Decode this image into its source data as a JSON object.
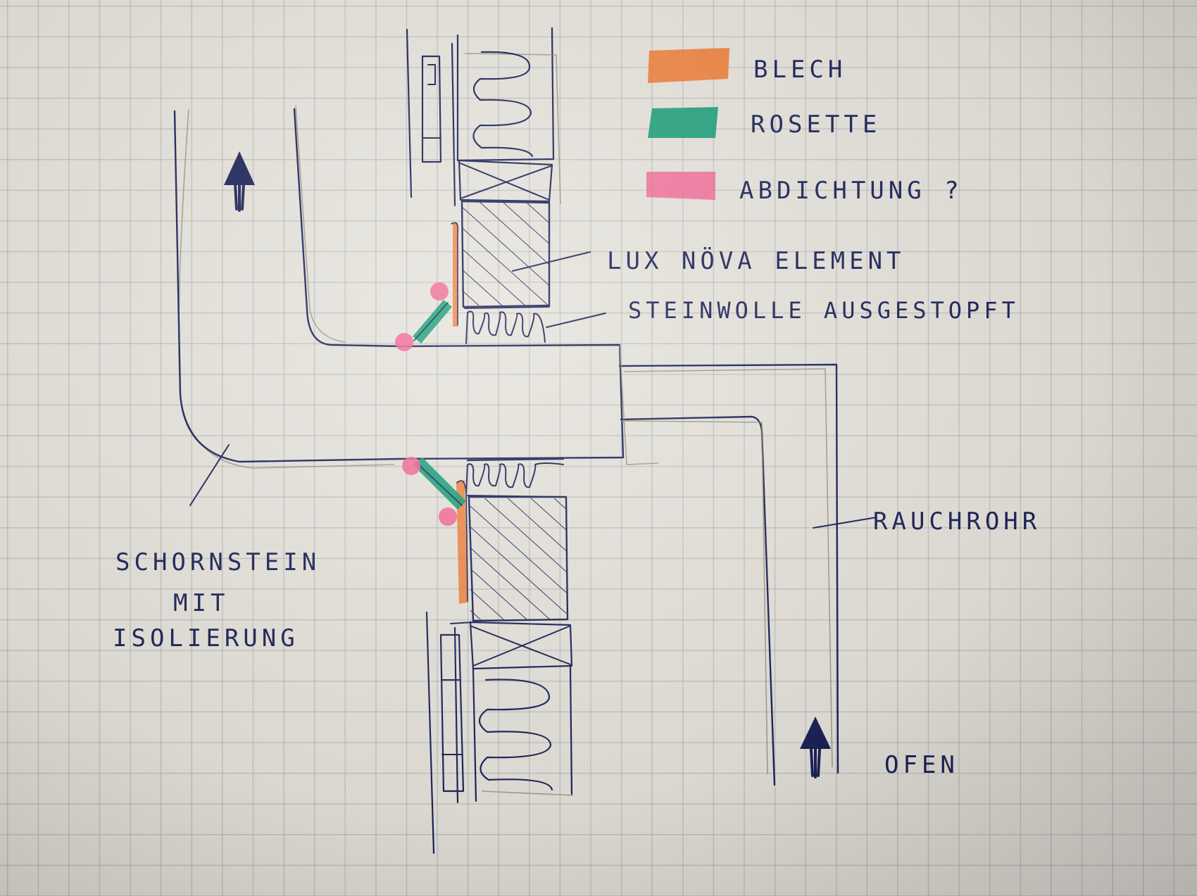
{
  "legend": [
    {
      "label": "BLECH",
      "color": "#f07a33"
    },
    {
      "label": "ROSETTE",
      "color": "#129a74"
    },
    {
      "label": "ABDICHTUNG ?",
      "color": "#f26593"
    }
  ],
  "labels": {
    "lux_nova": "LUX NÖVA ELEMENT",
    "steinwolle": "STEINWOLLE AUSGESTOPFT",
    "rauchrohr": "RAUCHROHR",
    "ofen": "OFEN",
    "schornstein_line1": "SCHORNSTEIN",
    "schornstein_line2": "MIT",
    "schornstein_line3": "ISOLIERUNG"
  },
  "icons": {
    "flow_arrow_up": "arrow-up-icon",
    "flow_arrow_ofen": "arrow-up-icon"
  }
}
